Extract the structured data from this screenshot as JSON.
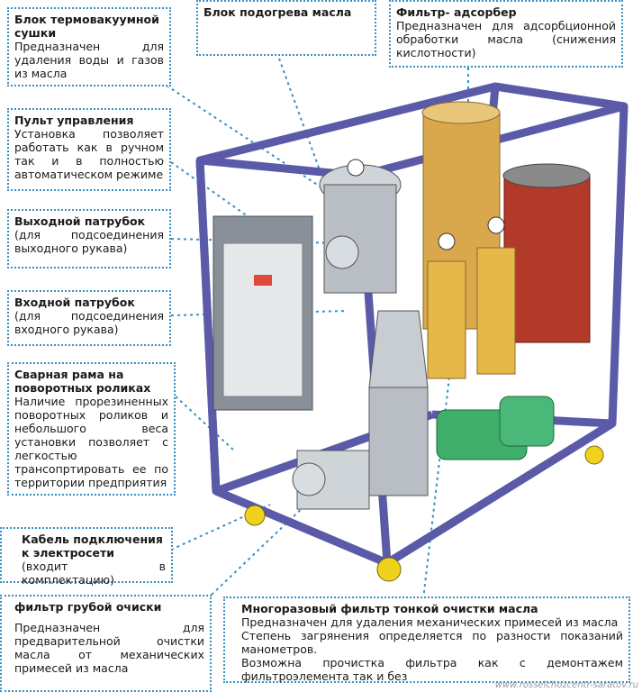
{
  "labels": {
    "thermovac": {
      "title": "Блок термовакуумной сушки",
      "body": "Предназначен для удаления воды и газов из масла"
    },
    "heater": {
      "title": "Блок подогрева масла"
    },
    "adsorber": {
      "title": "Фильтр- адсорбер",
      "body": "Предназначен для адсорбционной обработки масла (снижения кислотности)"
    },
    "control": {
      "title": "Пульт управления",
      "body": "Установка позволяет работать как в ручном так и в полностью автоматическом режиме"
    },
    "outlet": {
      "title": "Выходной патрубок",
      "body": "(для подсоединения выходного рукава)"
    },
    "inlet": {
      "title": "Входной патрубок",
      "body": "(для подсоединения входного рукава)"
    },
    "frame": {
      "title": "Сварная рама на поворотных роликах",
      "body": "Наличие прорезиненных поворотных роликов и небольшого веса установки позволяет с легкостью трансопртировать ее по территории предприятия"
    },
    "cable": {
      "title": "Кабель подключения к электросети",
      "body": "(входит в комплектацию)"
    },
    "coarse": {
      "title": "фильтр грубой очиски",
      "body": "Предназначен для предварительной очистки масла от механических примесей из масла"
    },
    "fine": {
      "title": "Многоразовый фильтр тонкой очистки масла",
      "body1": "Предназначен для удаления механических примесей из масла",
      "body2": "Степень загрянения определяется по разности показаний манометров.",
      "body3": "Возможна прочистка фильтра как с демонтажем фильтроэлемента так и без"
    }
  },
  "watermark": "www.rosselchozcentr-saratov.ru",
  "colors": {
    "frame": "#5a5aa8",
    "accent": "#3a8fc4",
    "adsorber": "#d9a84c",
    "tank": "#b23a2a",
    "filter": "#e6b84a",
    "motor": "#3fae6a",
    "wheel": "#f0d21e"
  }
}
